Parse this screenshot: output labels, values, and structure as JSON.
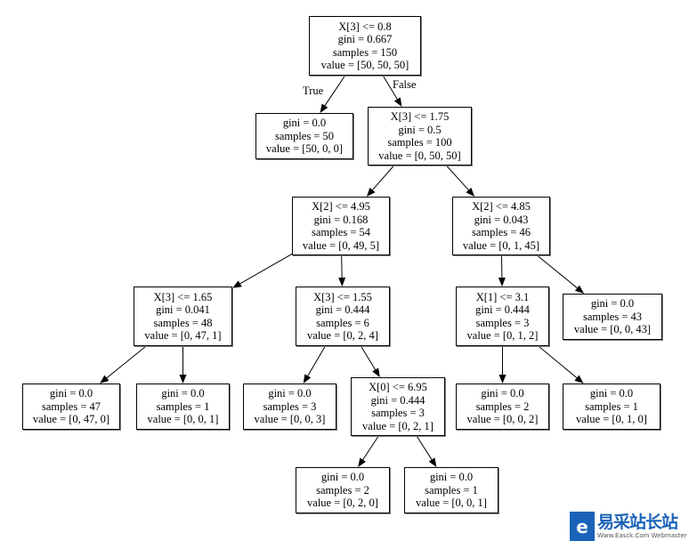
{
  "edge_labels": {
    "true": "True",
    "false": "False"
  },
  "nodes": [
    {
      "id": "n0",
      "lines": [
        "X[3] <= 0.8",
        "gini = 0.667",
        "samples = 150",
        "value = [50, 50, 50]"
      ]
    },
    {
      "id": "n1",
      "parent": "n0",
      "lines": [
        "gini = 0.0",
        "samples = 50",
        "value = [50, 0, 0]"
      ]
    },
    {
      "id": "n2",
      "parent": "n0",
      "lines": [
        "X[3] <= 1.75",
        "gini = 0.5",
        "samples = 100",
        "value = [0, 50, 50]"
      ]
    },
    {
      "id": "n3",
      "parent": "n2",
      "lines": [
        "X[2] <= 4.95",
        "gini = 0.168",
        "samples = 54",
        "value = [0, 49, 5]"
      ]
    },
    {
      "id": "n4",
      "parent": "n2",
      "lines": [
        "X[2] <= 4.85",
        "gini = 0.043",
        "samples = 46",
        "value = [0, 1, 45]"
      ]
    },
    {
      "id": "n5",
      "parent": "n3",
      "lines": [
        "X[3] <= 1.65",
        "gini = 0.041",
        "samples = 48",
        "value = [0, 47, 1]"
      ]
    },
    {
      "id": "n6",
      "parent": "n3",
      "lines": [
        "X[3] <= 1.55",
        "gini = 0.444",
        "samples = 6",
        "value = [0, 2, 4]"
      ]
    },
    {
      "id": "n7",
      "parent": "n4",
      "lines": [
        "X[1] <= 3.1",
        "gini = 0.444",
        "samples = 3",
        "value = [0, 1, 2]"
      ]
    },
    {
      "id": "n8",
      "parent": "n4",
      "lines": [
        "gini = 0.0",
        "samples = 43",
        "value = [0, 0, 43]"
      ]
    },
    {
      "id": "n9",
      "parent": "n5",
      "lines": [
        "gini = 0.0",
        "samples = 47",
        "value = [0, 47, 0]"
      ]
    },
    {
      "id": "n10",
      "parent": "n5",
      "lines": [
        "gini = 0.0",
        "samples = 1",
        "value = [0, 0, 1]"
      ]
    },
    {
      "id": "n11",
      "parent": "n6",
      "lines": [
        "gini = 0.0",
        "samples = 3",
        "value = [0, 0, 3]"
      ]
    },
    {
      "id": "n12",
      "parent": "n6",
      "lines": [
        "X[0] <= 6.95",
        "gini = 0.444",
        "samples = 3",
        "value = [0, 2, 1]"
      ]
    },
    {
      "id": "n13",
      "parent": "n7",
      "lines": [
        "gini = 0.0",
        "samples = 2",
        "value = [0, 0, 2]"
      ]
    },
    {
      "id": "n14",
      "parent": "n7",
      "lines": [
        "gini = 0.0",
        "samples = 1",
        "value = [0, 1, 0]"
      ]
    },
    {
      "id": "n15",
      "parent": "n12",
      "lines": [
        "gini = 0.0",
        "samples = 2",
        "value = [0, 2, 0]"
      ]
    },
    {
      "id": "n16",
      "parent": "n12",
      "lines": [
        "gini = 0.0",
        "samples = 1",
        "value = [0, 0, 1]"
      ]
    }
  ],
  "watermark": {
    "text": "易采站长站",
    "subtext": "Www.Easck.Com Webmaster",
    "logo": "e-logo",
    "color": "#1a63b8"
  }
}
